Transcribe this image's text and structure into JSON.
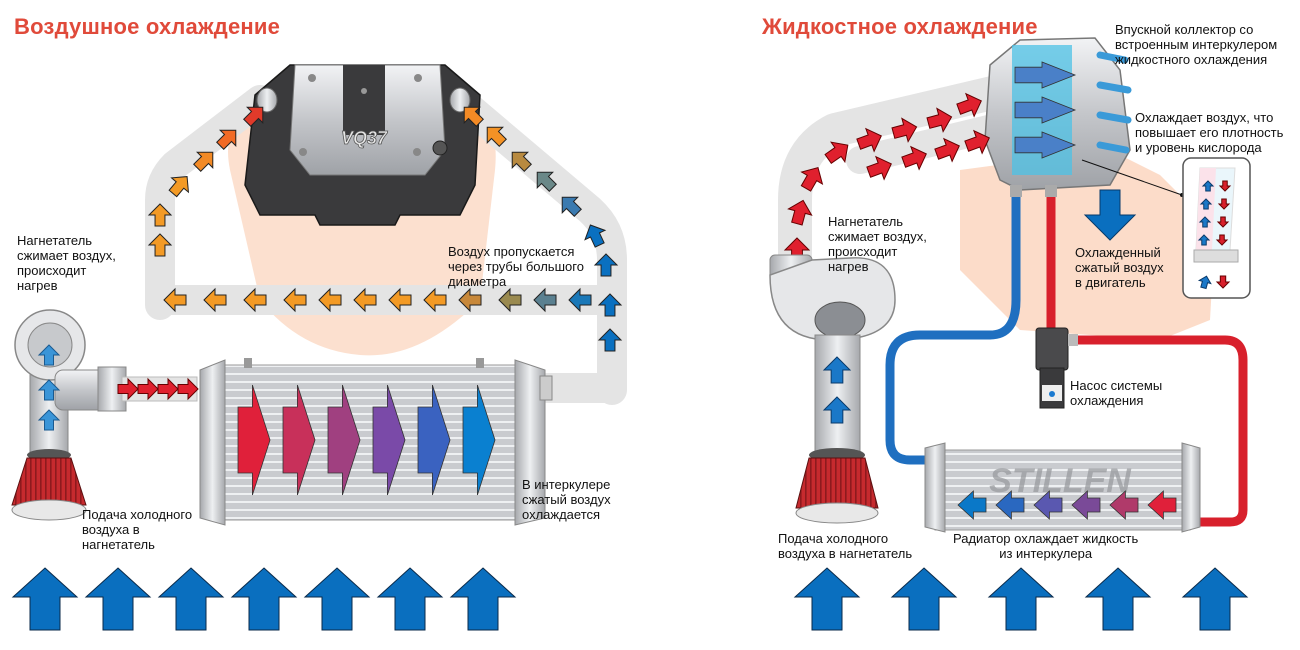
{
  "colors": {
    "title": "#e04a3a",
    "blue_arrow": "#0a6fbf",
    "red": "#e0202e",
    "orange": "#f39223",
    "pipe": "#e4e4e4",
    "engine_glow": "#fbd6bf",
    "engine_cover": "#3a3a3c",
    "metal": "#c9cbcf"
  },
  "left_panel": {
    "title": "Воздушное охлаждение",
    "engine_badge": "VQ37",
    "labels": {
      "compressor": "Нагнетатель\nсжимает воздух,\nпроисходит\nнагрев",
      "pipes": "Воздух пропускается\nчерез трубы большого\nдиаметра",
      "intake": "Подача холодного\nвоздуха в\nнагнетатель",
      "intercooler": "В интеркулере\nсжатый воздух\nохлаждается"
    },
    "intercooler_arrow_colors": [
      "#e0203a",
      "#c8305a",
      "#a04080",
      "#7a4aa8",
      "#3a62c0",
      "#0a80d0"
    ],
    "pipe_arrow_colors": [
      "#e03a2a",
      "#f26a25",
      "#f38a25",
      "#f39a25",
      "#f39a25",
      "#f39a25",
      "#f39a25",
      "#f39a25",
      "#f39a25",
      "#f39a25",
      "#f39225",
      "#c8883a",
      "#9a8a50",
      "#5a8090",
      "#1a78b8",
      "#0a70c0"
    ]
  },
  "right_panel": {
    "title": "Жидкостное охлаждение",
    "radiator_badge": "STILLEN",
    "labels": {
      "manifold": "Впускной коллектор со\nвстроенным интеркулером\nжидкостного охлаждения",
      "density": "Охлаждает воздух, что\nповышает его плотность\nи уровень кислорода",
      "compressor": "Нагнетатель\nсжимает воздух,\nпроисходит\nнагрев",
      "cooled_air": "Охлажденный\nсжатый воздух\nв двигатель",
      "pump": "Насос системы\nохлаждения",
      "intake": "Подача холодного\nвоздуха в нагнетатель",
      "radiator": "Радиатор охлаждает жидкость\nиз интеркулера"
    },
    "radiator_arrow_colors": [
      "#0a78c8",
      "#2a68c0",
      "#5a58b0",
      "#7a4a98",
      "#b03a6a",
      "#e0203a"
    ]
  },
  "airflow_arrows": {
    "left_count": 7,
    "right_count": 5
  }
}
